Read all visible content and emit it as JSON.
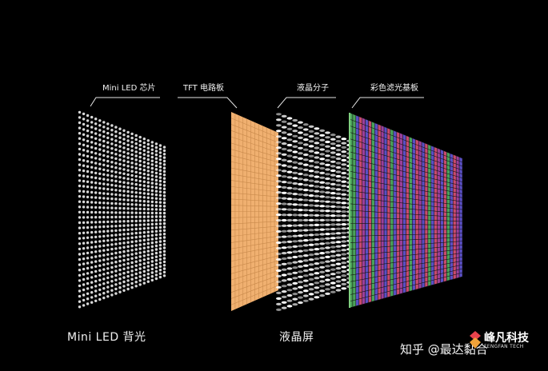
{
  "labels": {
    "mini_led_chip": "Mini LED 芯片",
    "tft_board": "TFT 电路板",
    "liquid_crystal": "液晶分子",
    "color_filter": "彩色滤光基板"
  },
  "captions": {
    "backlight": "Mini LED 背光",
    "lcd": "液晶屏"
  },
  "watermark": {
    "source": "知乎 @最达黏合",
    "brand": "峰凡科技",
    "brand_sub": "FENGFAN TECH"
  },
  "colors": {
    "background": "#000000",
    "led_dot": "#d9d9d9",
    "tft": "#f0b070",
    "tft_grid": "#c98a4c",
    "lc": "#ffffff",
    "filter_red": "#c84a6e",
    "filter_green": "#4aa35a",
    "filter_blue": "#5a4fc4",
    "filter_purple": "#9b3f9a"
  }
}
